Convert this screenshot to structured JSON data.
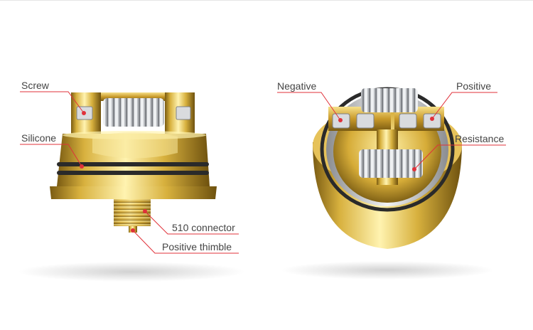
{
  "labels": {
    "screw": "Screw",
    "silicone": "Silicone",
    "connector": "510 connector",
    "thimble": "Positive thimble",
    "negative": "Negative",
    "positive": "Positive",
    "resistance": "Resistance"
  },
  "colors": {
    "accent_line": "#e0313a",
    "gold_light": "#f6e08a",
    "gold_mid": "#d8b13e",
    "gold_dark": "#7a5b12",
    "steel": "#c4c6c9",
    "oring": "#2a2a2a",
    "text": "#444444"
  }
}
